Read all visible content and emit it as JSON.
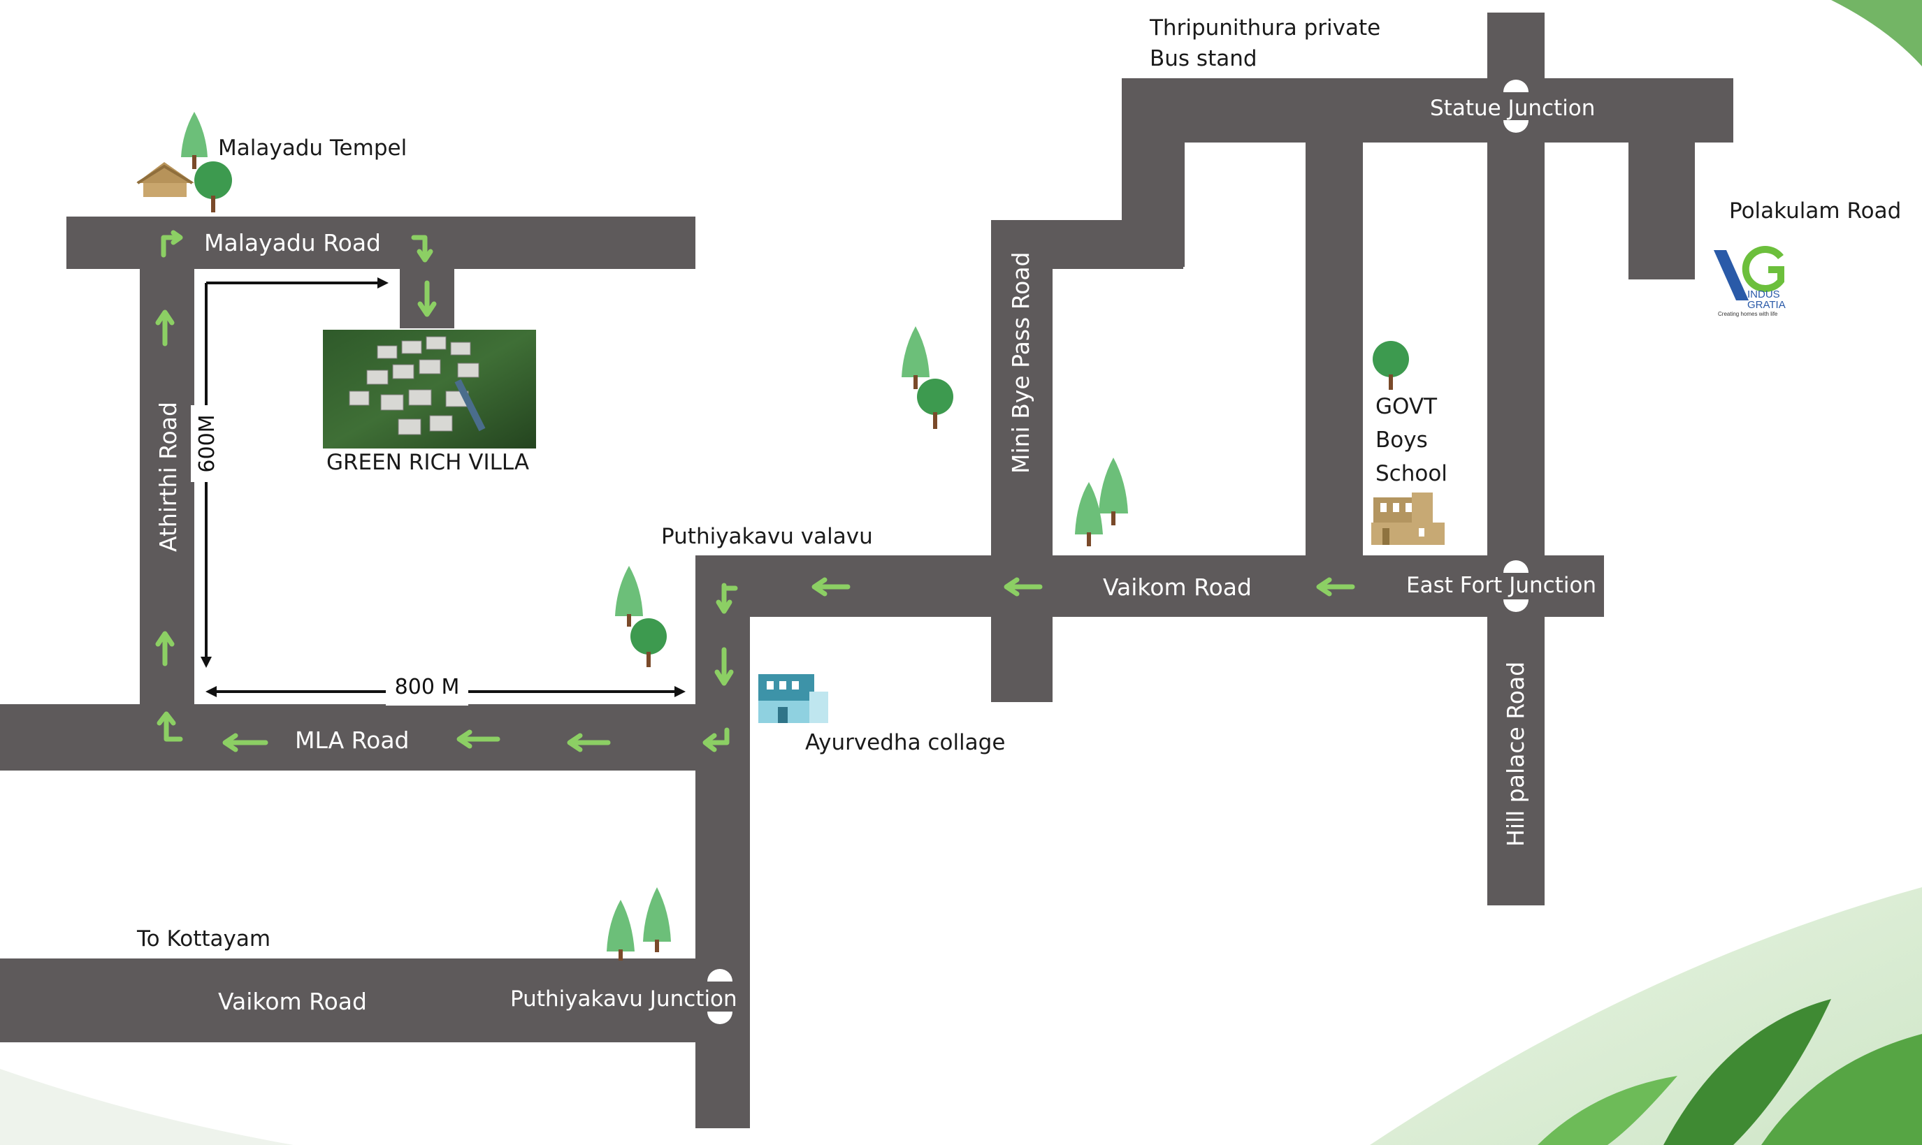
{
  "colors": {
    "road": "#5e5a5b",
    "arrow": "#8ccf64",
    "tree_top": "#6cbf79",
    "tree_round": "#3d9a4f",
    "trunk": "#7a4a2a",
    "leaf": "#4e9a3c"
  },
  "places": {
    "bus_stand_line1": "Thripunithura private",
    "bus_stand_line2": "Bus stand",
    "temple": "Malayadu Tempel",
    "polakulam": "Polakulam Road",
    "villa": "GREEN RICH VILLA",
    "school_line1": "GOVT",
    "school_line2": "Boys",
    "school_line3": "School",
    "puthiyakavu_valavu": "Puthiyakavu valavu",
    "ayurvedha": "Ayurvedha collage",
    "to_kottayam": "To Kottayam"
  },
  "roads": {
    "malayadu": "Malayadu Road",
    "athirthi": "Athirthi Road",
    "mla": "MLA Road",
    "mini_bye_pass": "Mini Bye Pass Road",
    "vaikom_upper": "Vaikom Road",
    "vaikom_lower": "Vaikom Road",
    "hill_palace": "Hill palace Road",
    "statue_junction": "Statue Junction",
    "east_fort_junction": "East Fort Junction",
    "puthiyakavu_junction": "Puthiyakavu Junction"
  },
  "distances": {
    "vertical": "600M",
    "horizontal": "800 M"
  },
  "logo": {
    "brand_line1": "INDUS",
    "brand_line2": "GRATIA",
    "tagline": "Creating homes with life"
  },
  "icons": [
    "temple-icon",
    "tree-icon",
    "building-icon",
    "school-icon",
    "villa-photo",
    "junction-marker-icon",
    "leaf-decoration"
  ]
}
